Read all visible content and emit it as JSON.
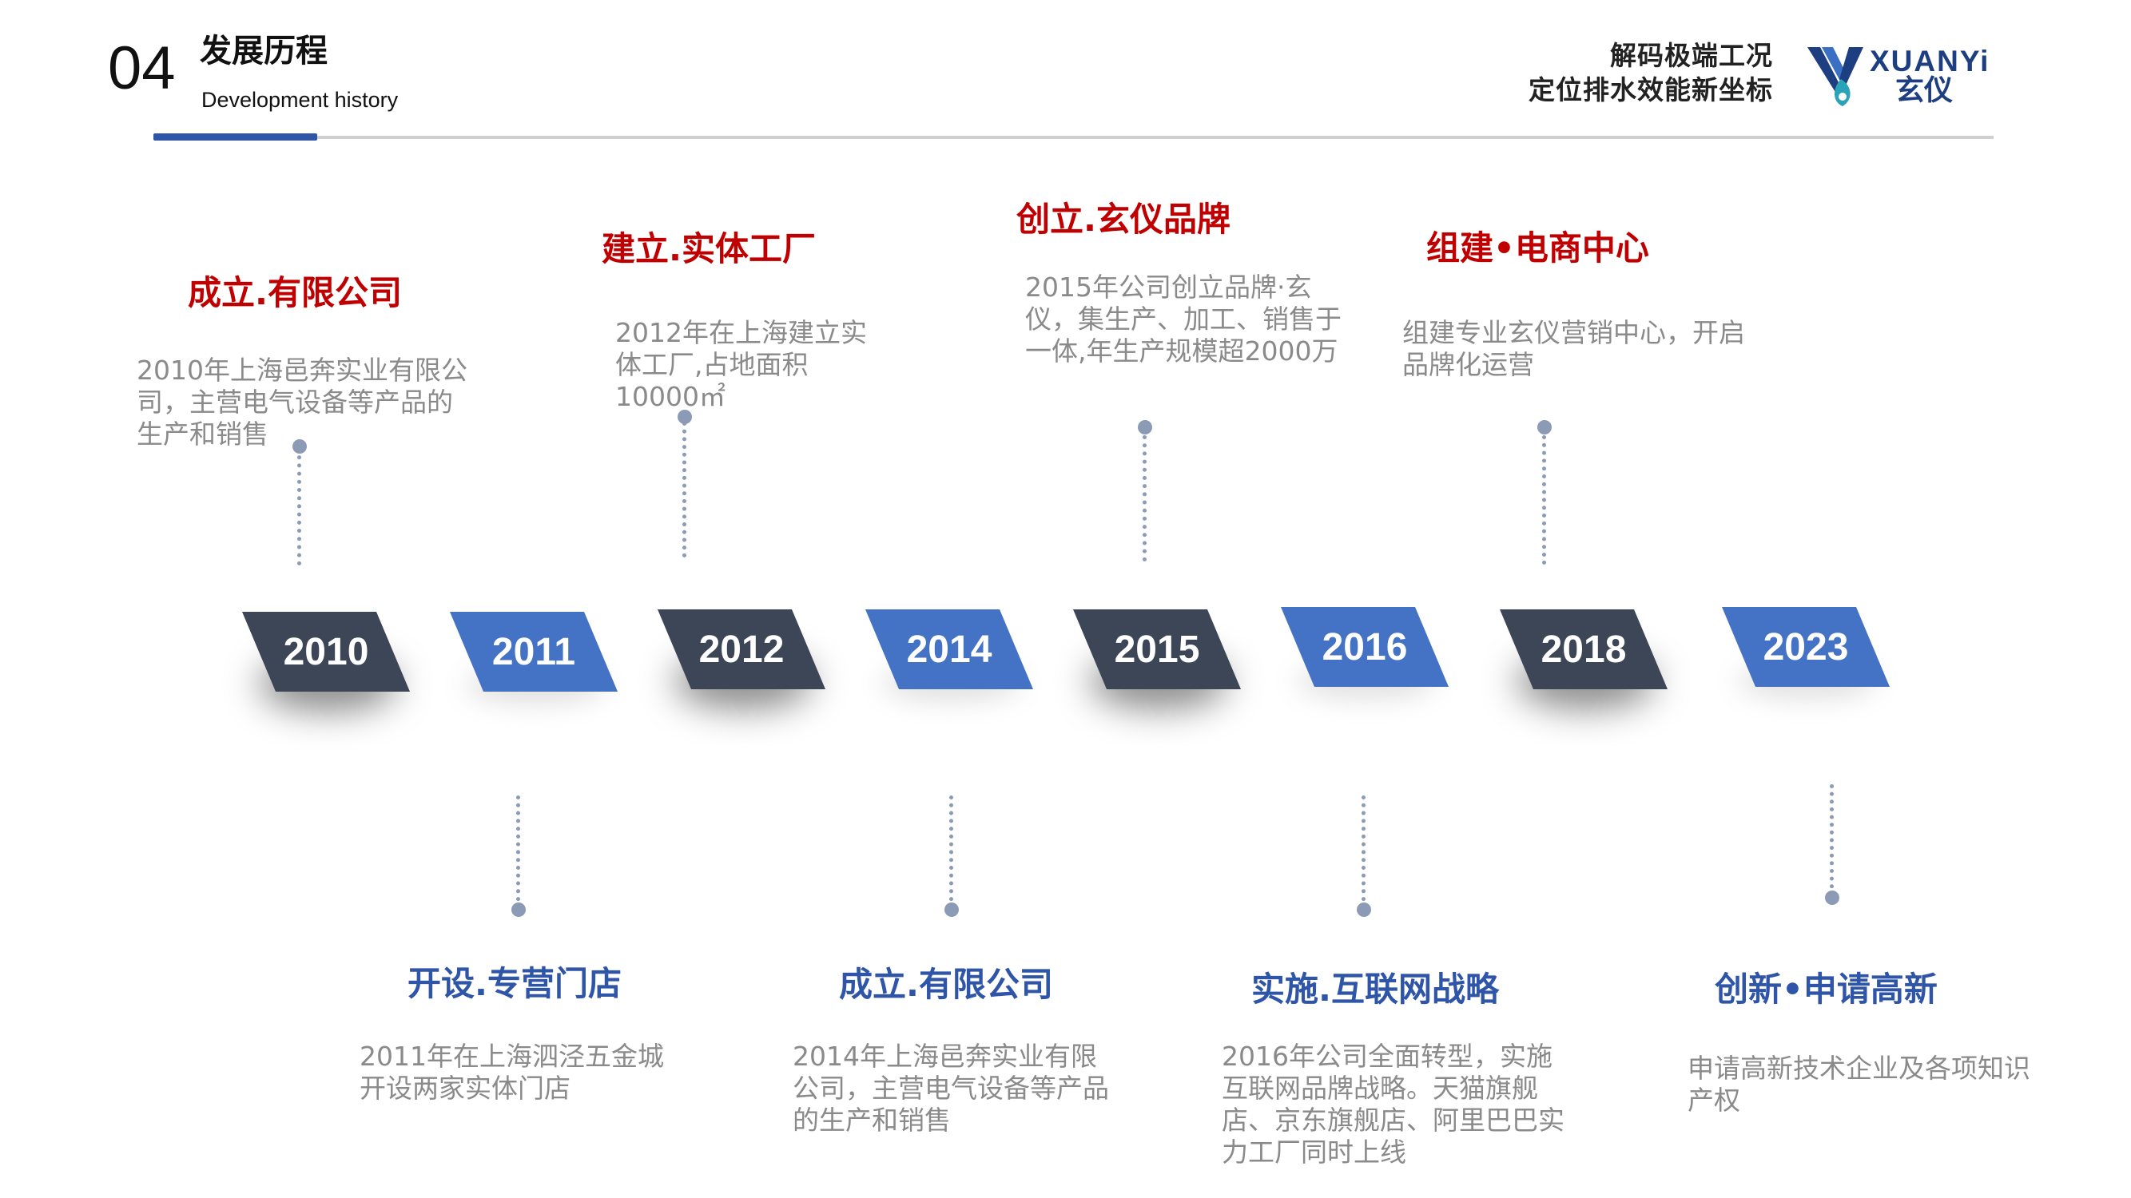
{
  "header": {
    "section_number": "04",
    "title": "发展历程",
    "subtitle": "Development history",
    "slogan_line1": "解码极端工况",
    "slogan_line2": "定位排水效能新坐标",
    "logo_en": "XUANYi",
    "logo_cn": "玄仪"
  },
  "colors": {
    "accent_blue": "#4472c4",
    "dark_slate": "#3d4657",
    "title_red": "#c00000",
    "title_blue": "#2f55a8"
  },
  "timeline": [
    {
      "year": "2010",
      "title": "成立.有限公司",
      "desc": "2010年上海邑奔实业有限公司，主营电气设备等产品的生产和销售"
    },
    {
      "year": "2011",
      "title": "开设.专营门店",
      "desc": "2011年在上海泗泾五金城开设两家实体门店"
    },
    {
      "year": "2012",
      "title": "建立.实体工厂",
      "desc": "2012年在上海建立实体工厂,占地面积10000㎡"
    },
    {
      "year": "2014",
      "title": "成立.有限公司",
      "desc": "2014年上海邑奔实业有限公司，主营电气设备等产品的生产和销售"
    },
    {
      "year": "2015",
      "title": "创立.玄仪品牌",
      "desc": "2015年公司创立品牌·玄仪，集生产、加工、销售于一体,年生产规模超2000万"
    },
    {
      "year": "2016",
      "title": "实施.互联网战略",
      "desc": "2016年公司全面转型，实施互联网品牌战略。天猫旗舰店、京东旗舰店、阿里巴巴实力工厂同时上线"
    },
    {
      "year": "2018",
      "title": "组建•电商中心",
      "desc": "组建专业玄仪营销中心，开启品牌化运营"
    },
    {
      "year": "2023",
      "title": "创新•申请高新",
      "desc": "申请高新技术企业及各项知识产权"
    }
  ]
}
